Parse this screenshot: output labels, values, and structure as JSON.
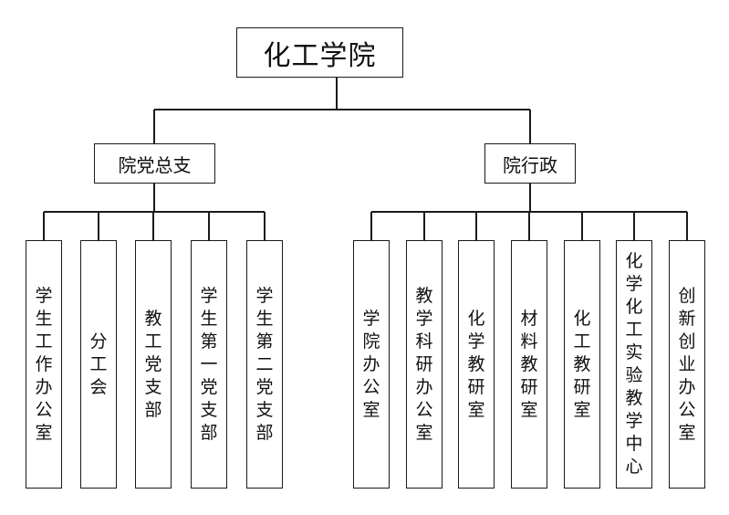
{
  "org_chart": {
    "root": {
      "label": "化工学院"
    },
    "branches": [
      {
        "label": "院党总支",
        "children": [
          "学生工作办公室",
          "分工会",
          "教工党支部",
          "学生第一党支部",
          "学生第二党支部"
        ]
      },
      {
        "label": "院行政",
        "children": [
          "学院办公室",
          "教学科研办公室",
          "化学教研室",
          "材料教研室",
          "化工教研室",
          "化学化工实验教学中心",
          "创新创业办公室"
        ]
      }
    ]
  },
  "colors": {
    "line": "#1a1a1a",
    "text": "#111111",
    "background": "#ffffff"
  }
}
